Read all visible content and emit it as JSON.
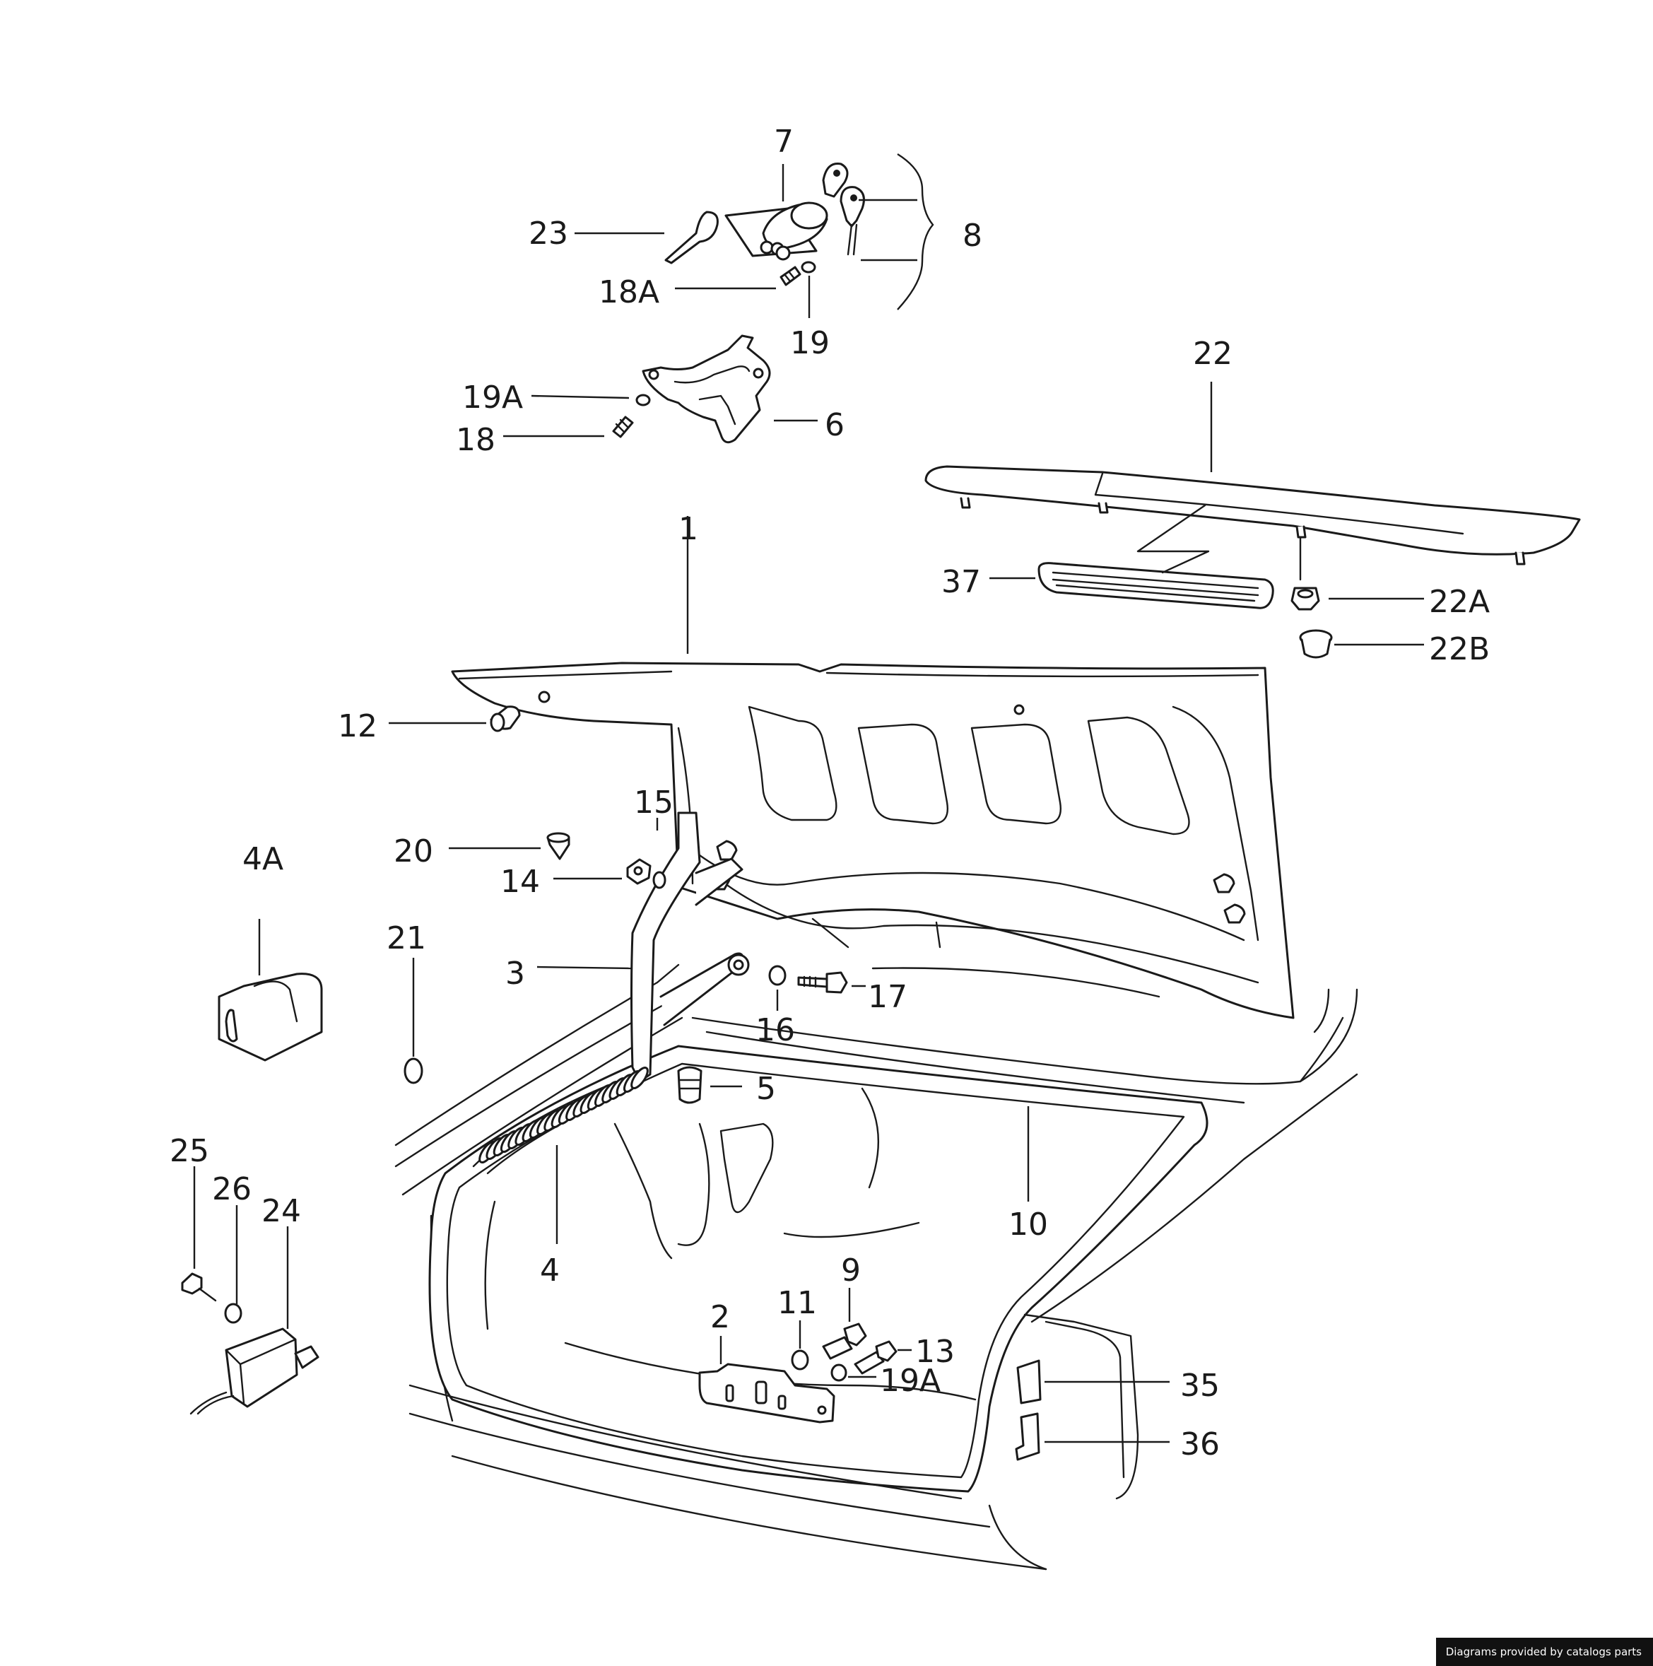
{
  "diagram": {
    "callouts": [
      {
        "id": "c7",
        "text": "7"
      },
      {
        "id": "c8",
        "text": "8"
      },
      {
        "id": "c23",
        "text": "23"
      },
      {
        "id": "c18A",
        "text": "18A"
      },
      {
        "id": "c19",
        "text": "19"
      },
      {
        "id": "c22",
        "text": "22"
      },
      {
        "id": "c19A_top",
        "text": "19A"
      },
      {
        "id": "c6",
        "text": "6"
      },
      {
        "id": "c18",
        "text": "18"
      },
      {
        "id": "c1",
        "text": "1"
      },
      {
        "id": "c37",
        "text": "37"
      },
      {
        "id": "c22A",
        "text": "22A"
      },
      {
        "id": "c22B",
        "text": "22B"
      },
      {
        "id": "c12",
        "text": "12"
      },
      {
        "id": "c15",
        "text": "15"
      },
      {
        "id": "c20",
        "text": "20"
      },
      {
        "id": "c4A",
        "text": "4A"
      },
      {
        "id": "c14",
        "text": "14"
      },
      {
        "id": "c21",
        "text": "21"
      },
      {
        "id": "c3",
        "text": "3"
      },
      {
        "id": "c17",
        "text": "17"
      },
      {
        "id": "c16",
        "text": "16"
      },
      {
        "id": "c5",
        "text": "5"
      },
      {
        "id": "c10",
        "text": "10"
      },
      {
        "id": "c25",
        "text": "25"
      },
      {
        "id": "c26",
        "text": "26"
      },
      {
        "id": "c24",
        "text": "24"
      },
      {
        "id": "c4",
        "text": "4"
      },
      {
        "id": "c9",
        "text": "9"
      },
      {
        "id": "c11",
        "text": "11"
      },
      {
        "id": "c2",
        "text": "2"
      },
      {
        "id": "c13",
        "text": "13"
      },
      {
        "id": "c19A_bottom",
        "text": "19A"
      },
      {
        "id": "c35",
        "text": "35"
      },
      {
        "id": "c36",
        "text": "36"
      }
    ]
  },
  "footer": {
    "credit": "Diagrams provided by catalogs parts"
  }
}
